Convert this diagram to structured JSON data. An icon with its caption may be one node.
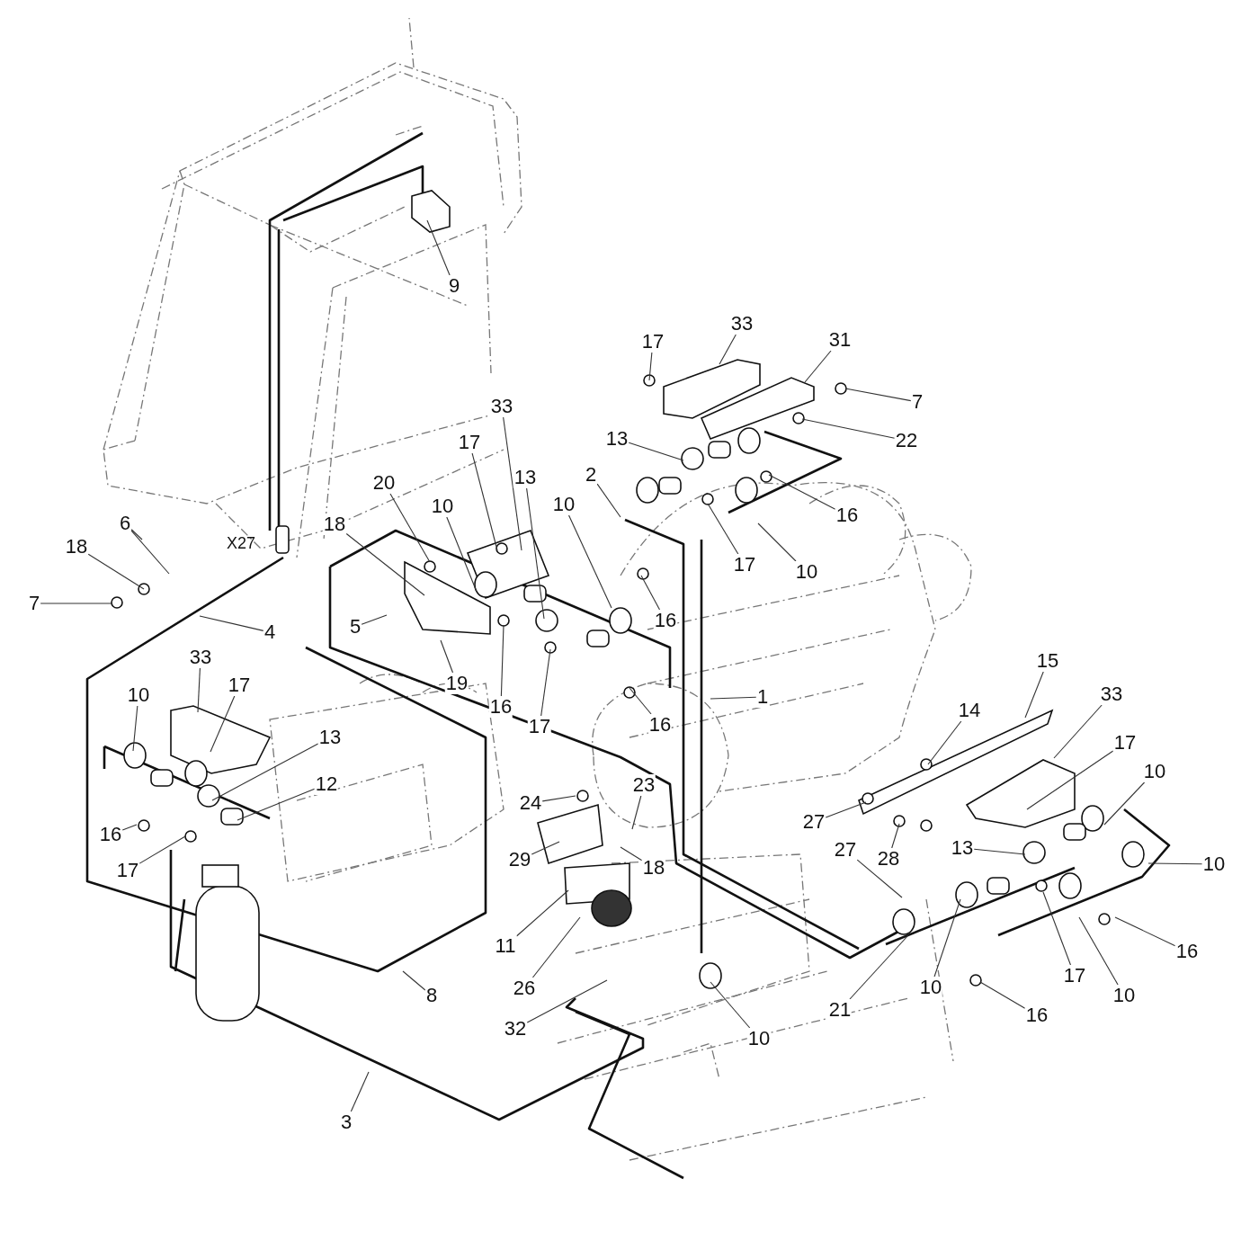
{
  "diagram": {
    "nodes": [
      {
        "text": [
          "9"
        ]
      },
      {
        "text": [
          "17"
        ]
      },
      {
        "text": [
          "33"
        ]
      },
      {
        "text": [
          "31"
        ]
      },
      {
        "text": [
          "7"
        ]
      },
      {
        "text": [
          "22"
        ]
      },
      {
        "text": [
          "33"
        ]
      },
      {
        "text": [
          "17"
        ]
      },
      {
        "text": [
          "13"
        ]
      },
      {
        "text": [
          "13"
        ]
      },
      {
        "text": [
          "20"
        ]
      },
      {
        "text": [
          "10"
        ]
      },
      {
        "text": [
          "10"
        ]
      },
      {
        "text": [
          "2"
        ]
      },
      {
        "text": [
          "18"
        ]
      },
      {
        "text": [
          "6"
        ]
      },
      {
        "text": [
          "18"
        ]
      },
      {
        "text": [
          "7"
        ]
      },
      {
        "text": [
          "4"
        ]
      },
      {
        "text": [
          "5"
        ]
      },
      {
        "text": [
          "19"
        ]
      },
      {
        "text": [
          "16"
        ]
      },
      {
        "text": [
          "17"
        ]
      },
      {
        "text": [
          "16"
        ]
      },
      {
        "text": [
          "17"
        ]
      },
      {
        "text": [
          "10"
        ]
      },
      {
        "text": [
          "16"
        ]
      },
      {
        "text": [
          "16"
        ]
      },
      {
        "text": [
          "1"
        ]
      },
      {
        "text": [
          "33"
        ]
      },
      {
        "text": [
          "17"
        ]
      },
      {
        "text": [
          "10"
        ]
      },
      {
        "text": [
          "13"
        ]
      },
      {
        "text": [
          "12"
        ]
      },
      {
        "text": [
          "16"
        ]
      },
      {
        "text": [
          "17"
        ]
      },
      {
        "text": [
          "15"
        ]
      },
      {
        "text": [
          "14"
        ]
      },
      {
        "text": [
          "33"
        ]
      },
      {
        "text": [
          "17"
        ]
      },
      {
        "text": [
          "10"
        ]
      },
      {
        "text": [
          "27"
        ]
      },
      {
        "text": [
          "27"
        ]
      },
      {
        "text": [
          "28"
        ]
      },
      {
        "text": [
          "13"
        ]
      },
      {
        "text": [
          "10"
        ]
      },
      {
        "text": [
          "24"
        ]
      },
      {
        "text": [
          "23"
        ]
      },
      {
        "text": [
          "29"
        ]
      },
      {
        "text": [
          "18"
        ]
      },
      {
        "text": [
          "11"
        ]
      },
      {
        "text": [
          "26"
        ]
      },
      {
        "text": [
          "32"
        ]
      },
      {
        "text": [
          "8"
        ]
      },
      {
        "text": [
          "21"
        ]
      },
      {
        "text": [
          "10"
        ]
      },
      {
        "text": [
          "17"
        ]
      },
      {
        "text": [
          "10"
        ]
      },
      {
        "text": [
          "16"
        ]
      },
      {
        "text": [
          "16"
        ]
      },
      {
        "text": [
          "10"
        ]
      },
      {
        "text": [
          "3"
        ]
      }
    ],
    "edges": [
      {
        "from": 0,
        "to": null,
        "arrow": "none"
      },
      {
        "from": 1,
        "to": null,
        "arrow": "none"
      },
      {
        "from": 2,
        "to": null,
        "arrow": "none"
      },
      {
        "from": 3,
        "to": null,
        "arrow": "none"
      },
      {
        "from": 4,
        "to": null,
        "arrow": "none"
      },
      {
        "from": 5,
        "to": null,
        "arrow": "none"
      },
      {
        "from": 6,
        "to": null,
        "arrow": "none"
      },
      {
        "from": 7,
        "to": null,
        "arrow": "none"
      },
      {
        "from": 8,
        "to": null,
        "arrow": "none"
      },
      {
        "from": 9,
        "to": null,
        "arrow": "none"
      },
      {
        "from": 10,
        "to": null,
        "arrow": "none"
      },
      {
        "from": 11,
        "to": null,
        "arrow": "none"
      },
      {
        "from": 12,
        "to": null,
        "arrow": "none"
      },
      {
        "from": 13,
        "to": null,
        "arrow": "none"
      },
      {
        "from": 14,
        "to": null,
        "arrow": "none"
      },
      {
        "from": 15,
        "to": null,
        "arrow": "none"
      },
      {
        "from": 15,
        "to": null,
        "arrow": "none"
      },
      {
        "from": 16,
        "to": null,
        "arrow": "none"
      },
      {
        "from": 17,
        "to": null,
        "arrow": "none"
      },
      {
        "from": 18,
        "to": null,
        "arrow": "none"
      },
      {
        "from": 19,
        "to": null,
        "arrow": "none"
      },
      {
        "from": 20,
        "to": null,
        "arrow": "none"
      },
      {
        "from": 21,
        "to": null,
        "arrow": "none"
      },
      {
        "from": 22,
        "to": null,
        "arrow": "none"
      },
      {
        "from": 23,
        "to": null,
        "arrow": "none"
      },
      {
        "from": 24,
        "to": null,
        "arrow": "none"
      },
      {
        "from": 25,
        "to": null,
        "arrow": "none"
      },
      {
        "from": 26,
        "to": null,
        "arrow": "none"
      },
      {
        "from": 27,
        "to": null,
        "arrow": "none"
      },
      {
        "from": 28,
        "to": null,
        "arrow": "none"
      },
      {
        "from": 29,
        "to": null,
        "arrow": "none"
      },
      {
        "from": 30,
        "to": null,
        "arrow": "none"
      },
      {
        "from": 31,
        "to": null,
        "arrow": "none"
      },
      {
        "from": 32,
        "to": null,
        "arrow": "none"
      },
      {
        "from": 33,
        "to": null,
        "arrow": "none"
      },
      {
        "from": 34,
        "to": null,
        "arrow": "none"
      },
      {
        "from": 35,
        "to": null,
        "arrow": "none"
      },
      {
        "from": 36,
        "to": null,
        "arrow": "none"
      },
      {
        "from": 37,
        "to": null,
        "arrow": "none"
      },
      {
        "from": 38,
        "to": null,
        "arrow": "none"
      },
      {
        "from": 39,
        "to": null,
        "arrow": "none"
      },
      {
        "from": 40,
        "to": null,
        "arrow": "none"
      },
      {
        "from": 41,
        "to": null,
        "arrow": "none"
      },
      {
        "from": 42,
        "to": null,
        "arrow": "none"
      },
      {
        "from": 43,
        "to": null,
        "arrow": "none"
      },
      {
        "from": 44,
        "to": null,
        "arrow": "none"
      },
      {
        "from": 45,
        "to": null,
        "arrow": "none"
      },
      {
        "from": 46,
        "to": null,
        "arrow": "none"
      },
      {
        "from": 47,
        "to": null,
        "arrow": "none"
      },
      {
        "from": 48,
        "to": null,
        "arrow": "none"
      },
      {
        "from": 49,
        "to": null,
        "arrow": "none"
      },
      {
        "from": 50,
        "to": null,
        "arrow": "none"
      },
      {
        "from": 51,
        "to": null,
        "arrow": "none"
      },
      {
        "from": 52,
        "to": null,
        "arrow": "none"
      },
      {
        "from": 53,
        "to": null,
        "arrow": "none"
      },
      {
        "from": 54,
        "to": null,
        "arrow": "none"
      },
      {
        "from": 55,
        "to": null,
        "arrow": "none"
      },
      {
        "from": 56,
        "to": null,
        "arrow": "none"
      },
      {
        "from": 57,
        "to": null,
        "arrow": "none"
      },
      {
        "from": 58,
        "to": null,
        "arrow": "none"
      },
      {
        "from": 59,
        "to": null,
        "arrow": "none"
      },
      {
        "from": 60,
        "to": null,
        "arrow": "none"
      },
      {
        "from": 61,
        "to": null,
        "arrow": "none"
      }
    ],
    "labels": [
      "X27"
    ]
  }
}
